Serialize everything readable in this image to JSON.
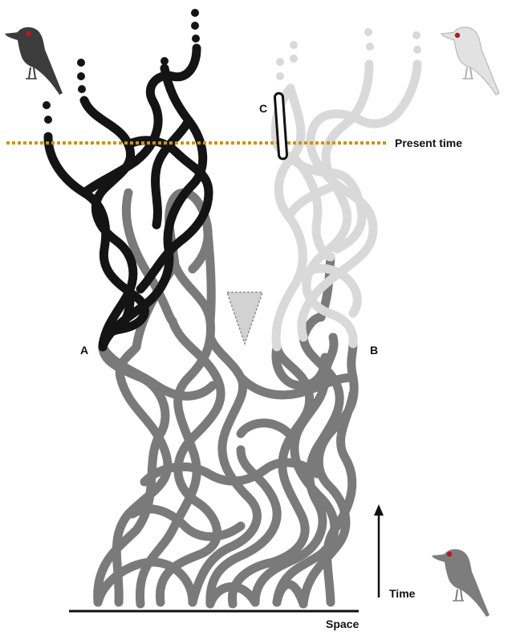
{
  "labels": {
    "present_time": "Present time",
    "point_a": "A",
    "point_b": "B",
    "point_c": "C",
    "time_axis": "Time",
    "space_axis": "Space"
  },
  "colors": {
    "ancestral_lineage": "#7a7a7a",
    "lineage_a": "#141414",
    "lineage_b": "#d9d9d9",
    "present_line": "#c9960c",
    "triangle_fill": "#d2d2d2",
    "bird_dark": "#3c3c3c",
    "bird_light": "#e2e2e2",
    "bird_mid": "#7d7d7d",
    "bird_eye": "#c0141e"
  },
  "icons": {
    "dark_bird": "finch-icon",
    "light_bird": "finch-icon",
    "ancestral_bird": "finch-icon",
    "time_arrow": "arrow-up-icon"
  }
}
